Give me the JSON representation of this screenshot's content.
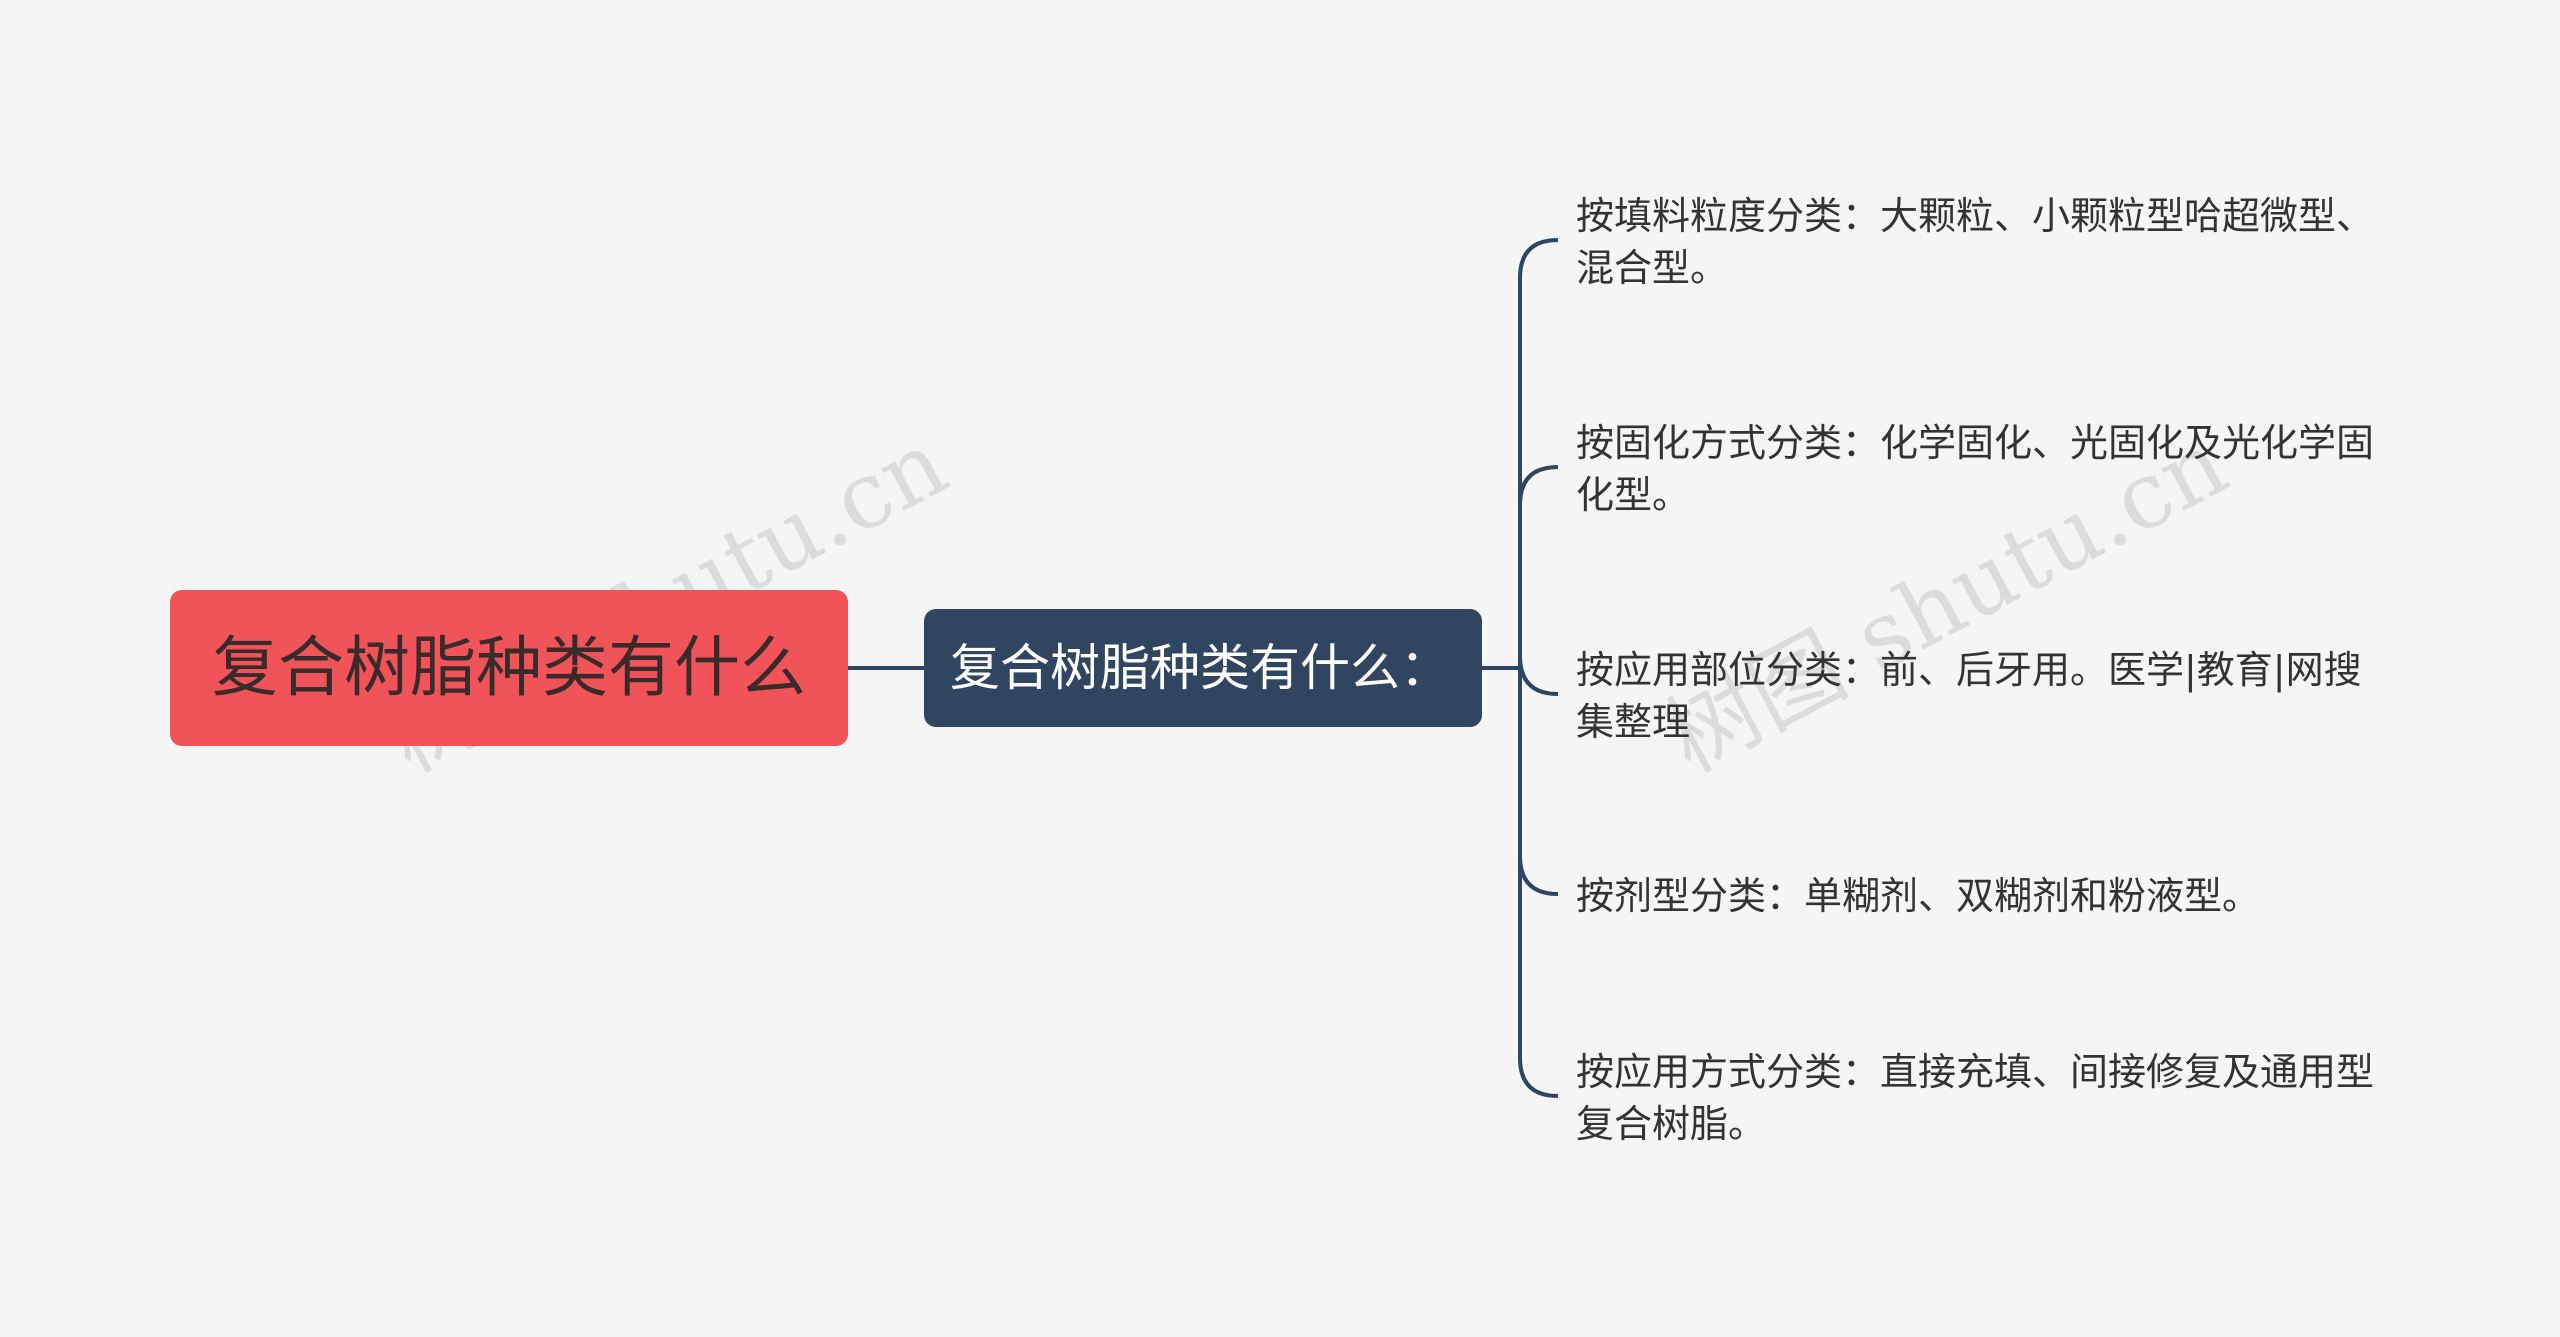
{
  "root": {
    "label": "复合树脂种类有什么"
  },
  "branch": {
    "label": "复合树脂种类有什么："
  },
  "leaves": [
    {
      "label": "按填料粒度分类：大颗粒、小颗粒型哈超微型、混合型。"
    },
    {
      "label": "按固化方式分类：化学固化、光固化及光化学固化型。"
    },
    {
      "label": "按应用部位分类：前、后牙用。医学|教育|网搜集整理"
    },
    {
      "label": "按剂型分类：单糊剂、双糊剂和粉液型。"
    },
    {
      "label": "按应用方式分类：直接充填、间接修复及通用型复合树脂。"
    }
  ],
  "watermarks": [
    "树图 shutu.cn",
    "树图 shutu.cn"
  ],
  "colors": {
    "background": "#f5f5f5",
    "root_fill": "#f05459",
    "branch_fill": "#2f4560",
    "connector": "#2f4560",
    "leaf_text": "#333333"
  }
}
